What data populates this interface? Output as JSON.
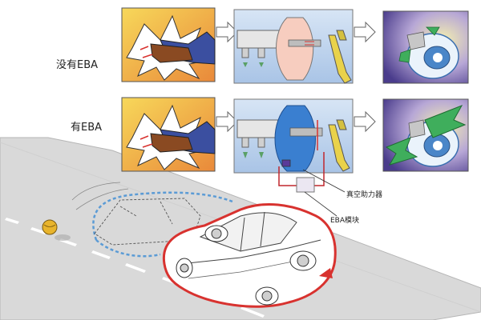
{
  "labels": {
    "without_eba": "没有EBA",
    "with_eba": "有EBA",
    "vacuum_booster": "真空助力器",
    "eba_module": "EBA模块"
  },
  "colors": {
    "panel_yellow": "#f2c23a",
    "panel_orange": "#e9893a",
    "panel_blue": "#bcd3ee",
    "panel_purple": "#5a4a9a",
    "booster_pink": "#f7cdbf",
    "booster_blue": "#3a7fd0",
    "wire_red": "#c0272d",
    "road_grey": "#d9d9d9",
    "car_red": "#d8322f",
    "pad_green": "#3fae5c",
    "dashed_blue": "#5b9bd5"
  }
}
